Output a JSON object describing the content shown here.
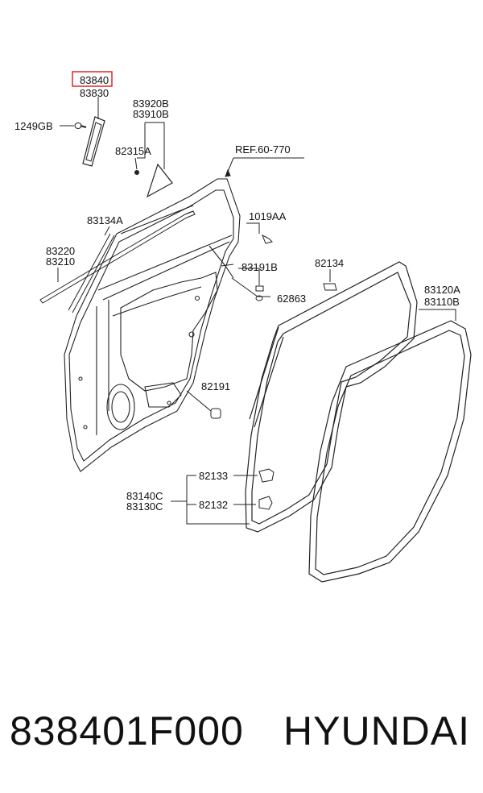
{
  "diagram": {
    "ref": "REF.60-770",
    "parts": {
      "p83840": "83840",
      "p83830": "83830",
      "p1249GB": "1249GB",
      "p83920B": "83920B",
      "p83910B": "83910B",
      "p82315A": "82315A",
      "p83134A": "83134A",
      "p1019AA": "1019AA",
      "p83220": "83220",
      "p83210": "83210",
      "p82134": "82134",
      "p83191B": "83191B",
      "p62863": "62863",
      "p83120A": "83120A",
      "p83110B": "83110B",
      "p82191": "82191",
      "p82133": "82133",
      "p83140C": "83140C",
      "p83130C": "83130C",
      "p82132": "82132"
    },
    "highlight_color": "#e0262b"
  },
  "footer": {
    "part_number": "838401F000",
    "brand": "HYUNDAI"
  }
}
